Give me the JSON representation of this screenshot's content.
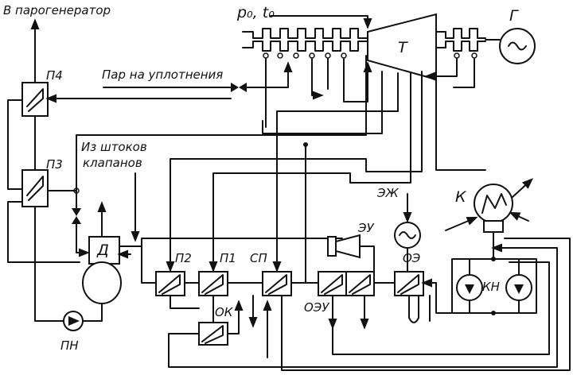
{
  "labels": {
    "to_steam_generator": "В парогенератор",
    "initial_params": "p₀, t₀",
    "turbine": "Т",
    "generator": "Г",
    "seal_steam": "Пар на уплотнения",
    "from_valve_stems_1": "Из штоков",
    "from_valve_stems_2": "клапанов",
    "heater_p4": "П4",
    "heater_p3": "П3",
    "deaerator": "Д",
    "feed_pump": "ПН",
    "heater_p2": "П2",
    "heater_p1": "П1",
    "seal_heater": "СП",
    "drain_cooler": "ОК",
    "ejector_cooler": "ОЭУ",
    "ejector_unit": "ЭУ",
    "water_jet_ejector": "ЭЖ",
    "ejector_cooler_oe": "ОЭ",
    "condenser": "К",
    "condensate_pump": "КН"
  }
}
